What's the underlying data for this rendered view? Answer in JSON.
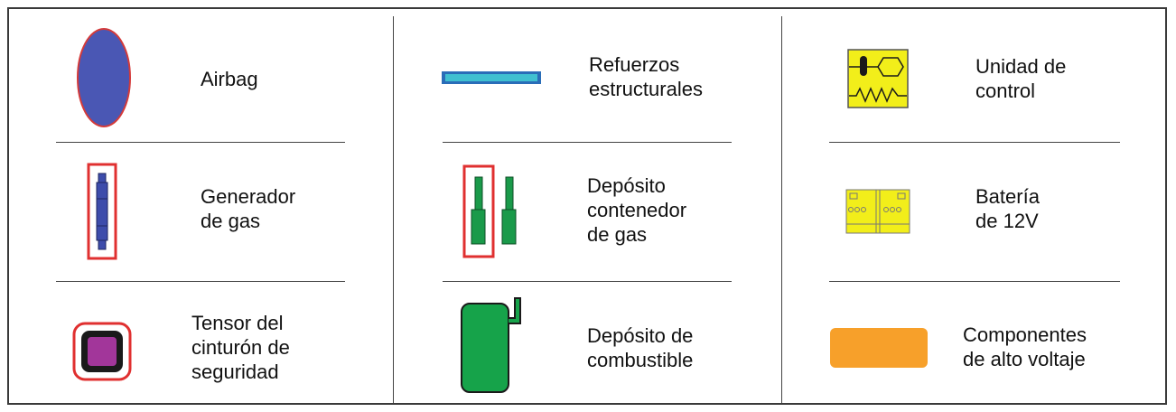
{
  "legend": {
    "column_1": {
      "airbag": {
        "label": "Airbag",
        "icon": "airbag-icon",
        "color": "#4a57b4"
      },
      "gas_generator": {
        "lines": [
          "Generador",
          "de gas"
        ],
        "icon": "gas-generator-icon",
        "color": "#3d4cab"
      },
      "seatbelt_tensioner": {
        "lines": [
          "Tensor del",
          "cinturón de",
          "seguridad"
        ],
        "icon": "seatbelt-tensioner-icon",
        "color": "#a2369a"
      }
    },
    "column_2": {
      "structural_reinforcements": {
        "lines": [
          "Refuerzos",
          "estructurales"
        ],
        "icon": "reinforcement-bar-icon",
        "color": "#40c0d0"
      },
      "gas_container_tank": {
        "lines": [
          "Depósito",
          "contenedor",
          "de gas"
        ],
        "icon": "gas-container-icon",
        "color": "#1a9a4a"
      },
      "fuel_tank": {
        "lines": [
          "Depósito de",
          "combustible"
        ],
        "icon": "fuel-tank-icon",
        "color": "#16a34a"
      }
    },
    "column_3": {
      "control_unit": {
        "lines": [
          "Unidad de",
          "control"
        ],
        "icon": "control-unit-icon",
        "color": "#f2ee1a"
      },
      "battery": {
        "lines": [
          "Batería",
          "de 12V"
        ],
        "icon": "battery-icon",
        "color": "#f2ee1a"
      },
      "high_voltage": {
        "lines": [
          "Componentes",
          "de alto voltaje"
        ],
        "icon": "high-voltage-component-icon",
        "color": "#f7a02a"
      }
    }
  },
  "colors": {
    "highlight": "#e03030",
    "border": "#3a3a3a"
  }
}
